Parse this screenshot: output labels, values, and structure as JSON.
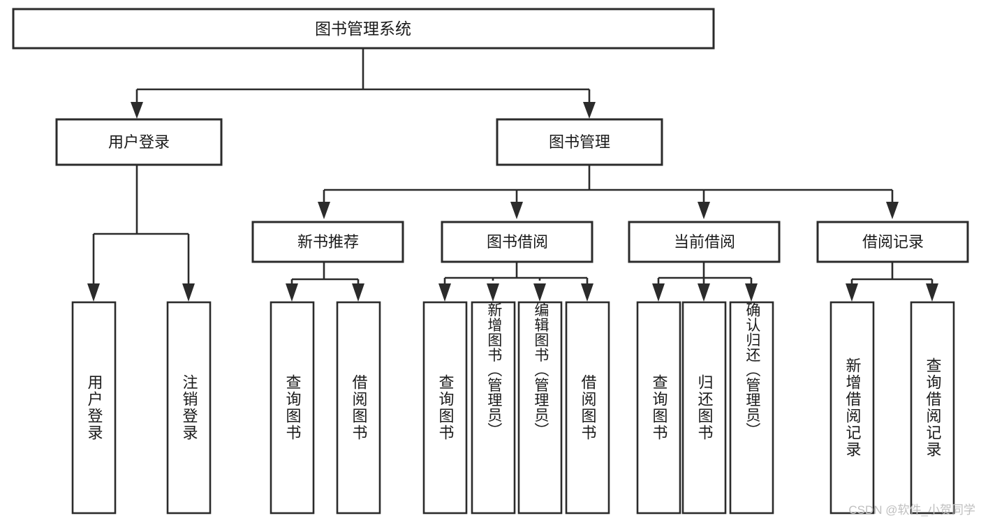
{
  "diagram": {
    "title": "图书管理系统",
    "watermark": "CSDN @软件_小贺同学",
    "root": {
      "label": "图书管理系统"
    },
    "level2": [
      {
        "id": "user-login",
        "label": "用户登录"
      },
      {
        "id": "book-management",
        "label": "图书管理"
      }
    ],
    "level3": [
      {
        "id": "new-book-recommend",
        "label": "新书推荐"
      },
      {
        "id": "book-borrow",
        "label": "图书借阅"
      },
      {
        "id": "current-borrow",
        "label": "当前借阅"
      },
      {
        "id": "borrow-record",
        "label": "借阅记录"
      }
    ],
    "leaves": [
      {
        "id": "leaf-user-login",
        "label": "用户登录",
        "parent": "用户登录"
      },
      {
        "id": "leaf-logout-login",
        "label": "注销登录",
        "parent": "用户登录"
      },
      {
        "id": "leaf-query-book-1",
        "label": "查询图书",
        "parent": "新书推荐"
      },
      {
        "id": "leaf-borrow-book-1",
        "label": "借阅图书",
        "parent": "新书推荐"
      },
      {
        "id": "leaf-query-book-2",
        "label": "查询图书",
        "parent": "图书借阅"
      },
      {
        "id": "leaf-add-book",
        "label": "新增图书（管理员）",
        "parent": "图书借阅"
      },
      {
        "id": "leaf-edit-book",
        "label": "编辑图书（管理员）",
        "parent": "图书借阅"
      },
      {
        "id": "leaf-borrow-book-2",
        "label": "借阅图书",
        "parent": "图书借阅"
      },
      {
        "id": "leaf-query-book-3",
        "label": "查询图书",
        "parent": "当前借阅"
      },
      {
        "id": "leaf-return-book",
        "label": "归还图书",
        "parent": "当前借阅"
      },
      {
        "id": "leaf-confirm-return",
        "label": "确认归还（管理员）",
        "parent": "当前借阅"
      },
      {
        "id": "leaf-add-record",
        "label": "新增借阅记录",
        "parent": "借阅记录"
      },
      {
        "id": "leaf-query-record",
        "label": "查询借阅记录",
        "parent": "借阅记录"
      }
    ],
    "colors": {
      "background": "#ffffff",
      "box_fill": "#ffffff",
      "box_stroke": "#2b2b2b",
      "text": "#1a1a1a",
      "watermark": "#bfbfbf"
    }
  }
}
